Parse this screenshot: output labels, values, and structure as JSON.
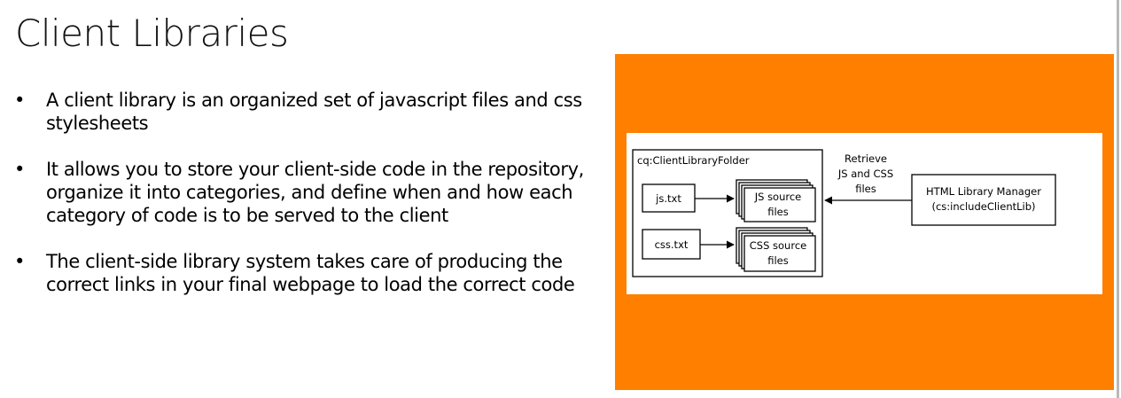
{
  "slide": {
    "title": "Client Libraries",
    "bullets": [
      "A client library is an organized set of javascript files and css stylesheets",
      "It allows you to store your client-side code in the repository, organize it into categories, and define when and how each category of code is to be served to the client",
      "The client-side library system takes care of producing the correct links in your final webpage to load the correct code"
    ],
    "bullet_symbol": "•"
  },
  "diagram": {
    "panel_color": "#ff7f00",
    "folder_label": "cq:ClientLibraryFolder",
    "js_file": "js.txt",
    "js_source_line1": "JS source",
    "js_source_line2": "files",
    "css_file": "css.txt",
    "css_source_line1": "CSS source",
    "css_source_line2": "files",
    "retrieve_line1": "Retrieve",
    "retrieve_line2": "JS and CSS",
    "retrieve_line3": "files",
    "manager_line1": "HTML Library Manager",
    "manager_line2": "(cs:includeClientLib)"
  }
}
